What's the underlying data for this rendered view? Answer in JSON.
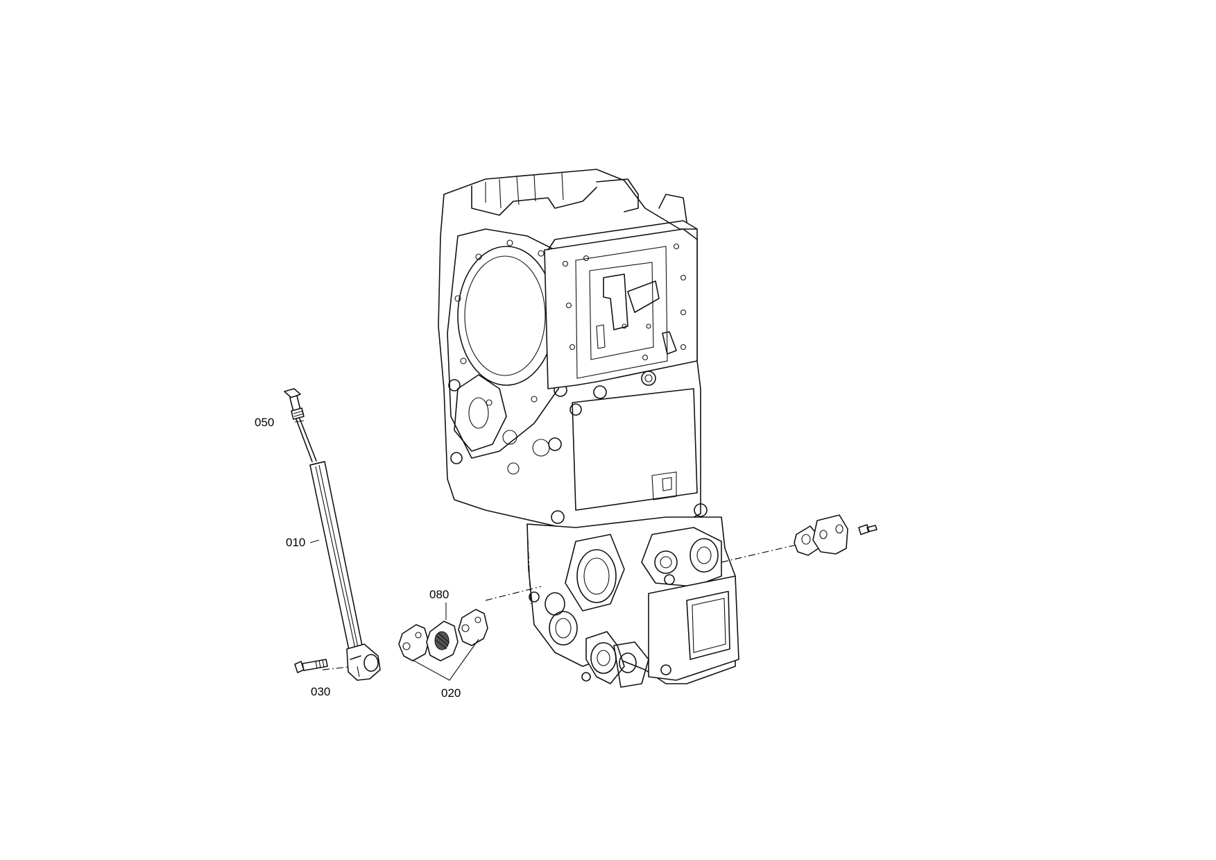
{
  "diagram": {
    "callouts": [
      {
        "id": "010",
        "text": "010"
      },
      {
        "id": "020",
        "text": "020"
      },
      {
        "id": "030",
        "text": "030"
      },
      {
        "id": "050",
        "text": "050"
      },
      {
        "id": "080",
        "text": "080"
      }
    ],
    "colors": {
      "line": "#111111",
      "background": "#ffffff"
    }
  }
}
